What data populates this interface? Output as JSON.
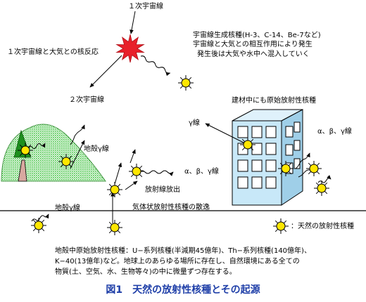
{
  "labels": {
    "primary_cosmic_ray": "１次宇宙線",
    "nuclear_reaction": "１次宇宙線と大気との核反応",
    "secondary_cosmic_ray": "２次宇宙線",
    "cosmogenic_nuclides": "宇宙線生成核種(H-3、C-14、Be-7など)",
    "cosmic_interaction": "宇宙線と大気との相互作用により発生",
    "after_generation": "発生後は大気や水中へ混入していく",
    "building_material": "建材中にも原始放射性核種",
    "gamma_ray": "γ線",
    "ground_gamma_upper": "地殻γ線",
    "ground_gamma_lower": "地殻γ線",
    "radiation_emission": "放射線放出",
    "abg_rays_center": "α、β、γ線",
    "abg_rays_building": "α、β、γ線",
    "gaseous_diffusion": "気体状放射性核種の散逸",
    "legend": "：天然の放射性核種"
  },
  "description": {
    "line1": "地殻中原始放射性核種：U−系列核種(半減期45億年)、Th−系列核種(140億年)、",
    "line2": "K−40(13億年)など。地球上のあらゆる場所に存在し、自然環境にある全ての",
    "line3": "物質(土、空気、水、生物等々)の中に微量ずつ存在する。"
  },
  "caption": "図1　天然の放射性核種とその起源",
  "colors": {
    "star_red": "#e8202a",
    "sun_yellow": "#ffe600",
    "hill_green": "#3fc23f",
    "building_blue": "#c8e8f8",
    "caption_blue": "#1f3fa8"
  }
}
